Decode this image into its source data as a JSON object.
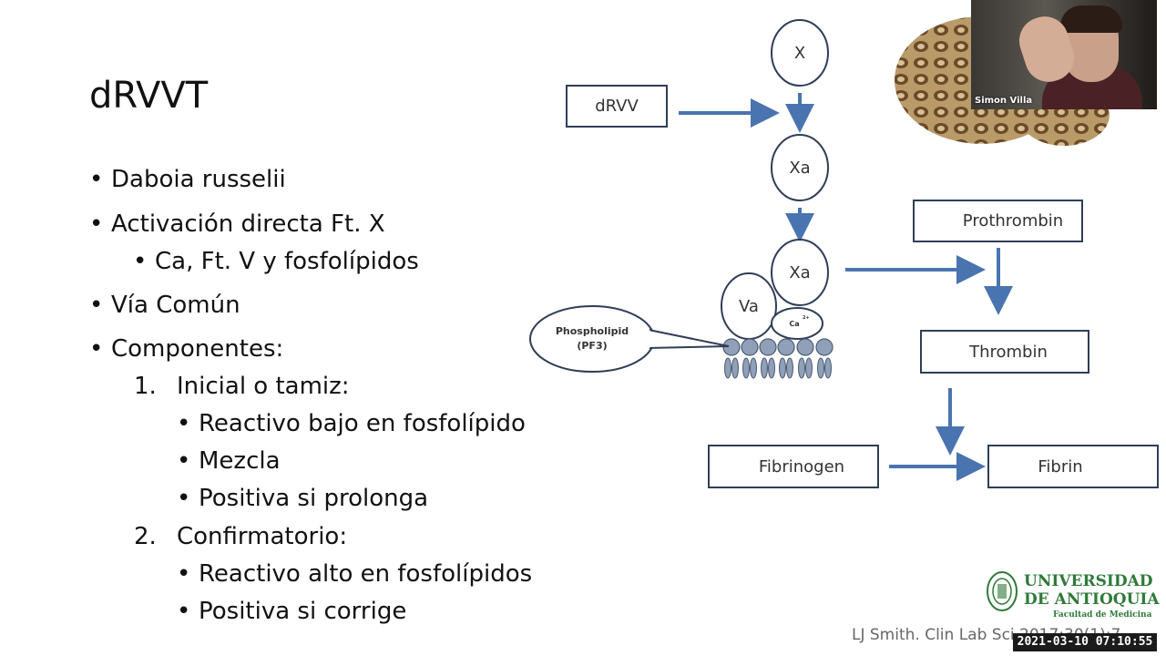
{
  "slide": {
    "title": "dRVVT",
    "bullets": [
      {
        "level": 1,
        "marker": "•",
        "text": "Daboia russelii"
      },
      {
        "level": 1,
        "marker": "•",
        "text": "Activación directa Ft.  X"
      },
      {
        "level": 2,
        "marker": "•",
        "text": "Ca, Ft. V y fosfolípidos"
      },
      {
        "level": 1,
        "marker": "•",
        "text": "Vía Común"
      },
      {
        "level": 1,
        "marker": "•",
        "text": "Componentes:"
      },
      {
        "level": 2,
        "marker": "1.",
        "text": "Inicial o tamiz:"
      },
      {
        "level": 3,
        "marker": "•",
        "text": "Reactivo bajo en fosfolípido"
      },
      {
        "level": 3,
        "marker": "•",
        "text": "Mezcla"
      },
      {
        "level": 3,
        "marker": "•",
        "text": "Positiva si prolonga"
      },
      {
        "level": 2,
        "marker": "2.",
        "text": "Confirmatorio:"
      },
      {
        "level": 3,
        "marker": "•",
        "text": "Reactivo alto en fosfolípidos"
      },
      {
        "level": 3,
        "marker": "•",
        "text": "Positiva si corrige"
      }
    ],
    "citation": "LJ Smith. Clin Lab Sci 2017;30(1):7"
  },
  "diagram": {
    "drvv": "dRVV",
    "x": "X",
    "xa1": "Xa",
    "xa2": "Xa",
    "va": "Va",
    "ca": "Ca",
    "ca_sup": "2+",
    "phospholipid_line1": "Phospholipid",
    "phospholipid_line2": "(PF3)",
    "prothrombin": "Prothrombin",
    "thrombin": "Thrombin",
    "fibrinogen": "Fibrinogen",
    "fibrin": "Fibrin"
  },
  "webcam": {
    "name": "Simon Villa"
  },
  "logo": {
    "line1": "UNIVERSIDAD",
    "line2": "DE ANTIOQUIA",
    "line3": "Facultad de Medicina"
  },
  "recording": {
    "timestamp": "2021-03-10 07:10:55"
  },
  "colors": {
    "arrow": "#4a74b0",
    "box_stroke": "#2f3e56",
    "logo_green": "#2f7a3a"
  }
}
